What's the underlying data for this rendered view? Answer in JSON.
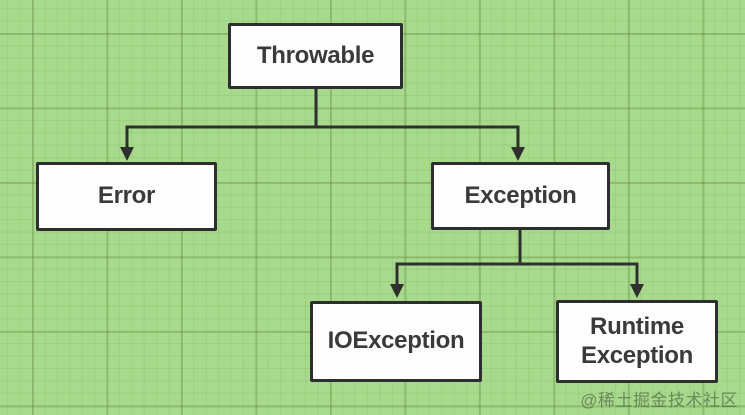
{
  "diagram": {
    "type": "hierarchy-flowchart",
    "nodes": [
      {
        "id": "throwable",
        "label": "Throwable"
      },
      {
        "id": "error",
        "label": "Error"
      },
      {
        "id": "exception",
        "label": "Exception"
      },
      {
        "id": "ioexception",
        "label": "IOException"
      },
      {
        "id": "runtime-exception",
        "label": "Runtime\nException"
      }
    ],
    "edges": [
      {
        "from": "Throwable",
        "to": "Error"
      },
      {
        "from": "Throwable",
        "to": "Exception"
      },
      {
        "from": "Exception",
        "to": "IOException"
      },
      {
        "from": "Exception",
        "to": "Runtime Exception"
      }
    ]
  },
  "watermark": {
    "text": "@稀土掘金技术社区"
  },
  "colors": {
    "background": "#a8da8d",
    "grid_minor": "rgba(95,140,60,0.14)",
    "grid_major": "rgba(92,126,52,0.30)",
    "box_fill": "#fdfdfd",
    "box_border": "#2d2f2d",
    "connector": "#2e302e",
    "label_text": "#3a3a3a",
    "watermark_text": "rgba(66,86,56,0.60)"
  }
}
